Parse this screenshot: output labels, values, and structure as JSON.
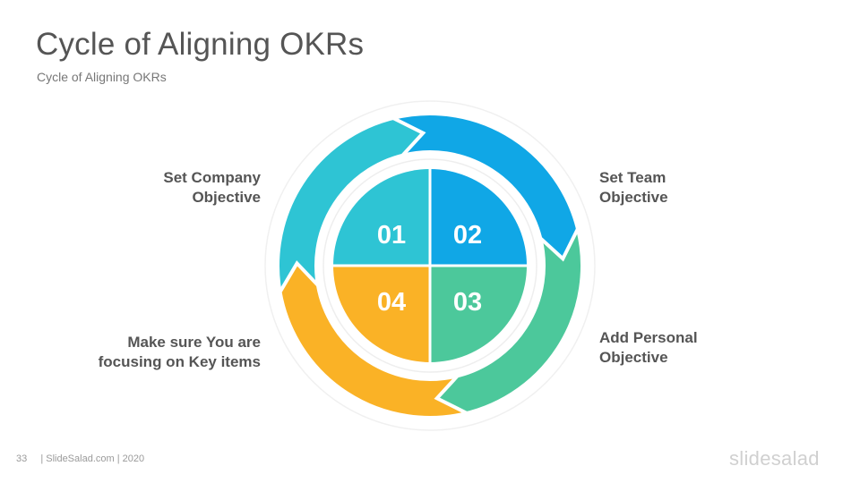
{
  "slide": {
    "title": "Cycle of Aligning OKRs",
    "subtitle": "Cycle of Aligning OKRs"
  },
  "steps": [
    {
      "number": "01",
      "line1": "Set Company",
      "line2": "Objective",
      "color": "#2EC4D4"
    },
    {
      "number": "02",
      "line1": "Set Team",
      "line2": "Objective",
      "color": "#10A7E6"
    },
    {
      "number": "03",
      "line1": "Add Personal",
      "line2": "Objective",
      "color": "#4CC89B"
    },
    {
      "number": "04",
      "line1": "Make sure You are",
      "line2": "focusing on Key items",
      "color": "#FAB226"
    }
  ],
  "footer": {
    "page_number": "33",
    "credit": "| SlideSalad.com | 2020",
    "brand": "slidesalad"
  }
}
